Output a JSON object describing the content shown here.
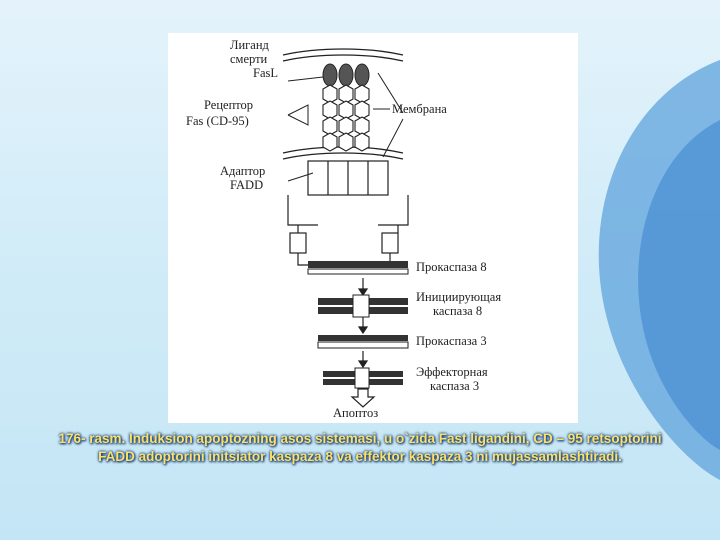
{
  "diagram": {
    "ligand_label": [
      "Лиганд",
      "смерти",
      "FasL"
    ],
    "receptor_label": [
      "Рецептор",
      "Fas (CD-95)"
    ],
    "membrane_label": "Мембрана",
    "adaptor_label": [
      "Адаптор",
      "FADD"
    ],
    "procaspase8_label": "Прокаспаза 8",
    "initiator_label": [
      "Инициирующая",
      "каспаза 8"
    ],
    "procaspase3_label": "Прокаспаза 3",
    "effector_label": [
      "Эффекторная",
      "каспаза 3"
    ],
    "apoptosis_label": "Апоптоз"
  },
  "caption": "176- rasm. Induksion apoptozning asos sistemasi, u o`zida Fast ligandini, CD – 95 retsoptorini FADD adoptorini initsiator kaspaza 8 va effektor kaspaza 3 ni mujassamlashtiradi.",
  "colors": {
    "caption": "#ffe066",
    "caption_shadow": "#1a4a8a",
    "ink": "#222222"
  }
}
